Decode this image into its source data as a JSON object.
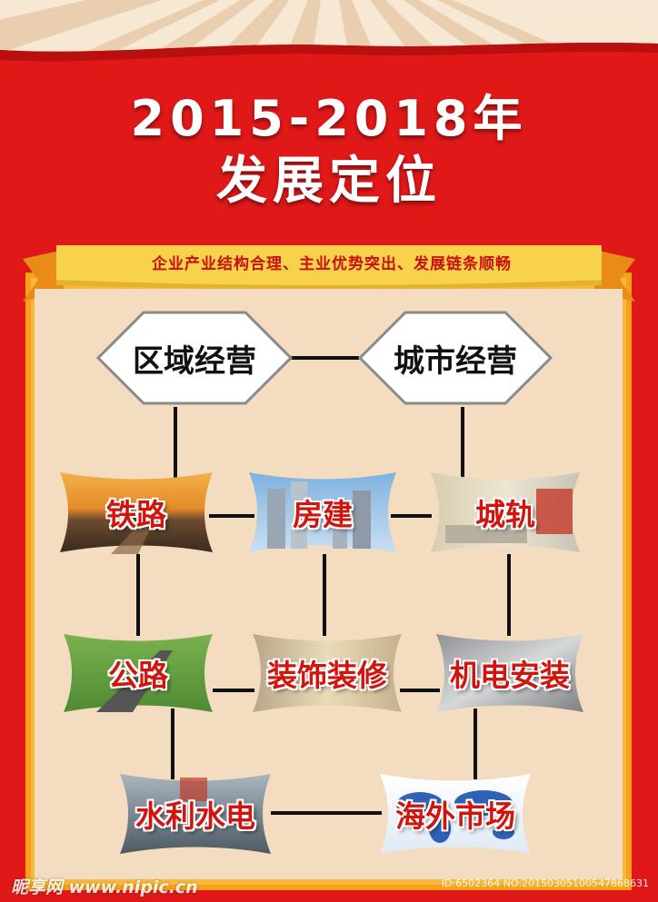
{
  "title_line1": "2015-2018年",
  "title_line2": "发展定位",
  "banner_text": "企业产业结构合理、主业优势突出、发展链条顺畅",
  "top_nodes": [
    "区域经营",
    "城市经营"
  ],
  "nodes": [
    "铁路",
    "房建",
    "城轨",
    "公路",
    "装饰装修",
    "机电安装",
    "水利水电",
    "海外市场"
  ],
  "watermark_left": "昵享网 www.nipic.cn",
  "watermark_right": "ID:6502364 NO:20150305100547868631",
  "colors": {
    "background_red": "#e01818",
    "panel_beige": "#f3dcc0",
    "ribbon_yellow": "#f8d24a",
    "label_red": "#d0150f"
  }
}
